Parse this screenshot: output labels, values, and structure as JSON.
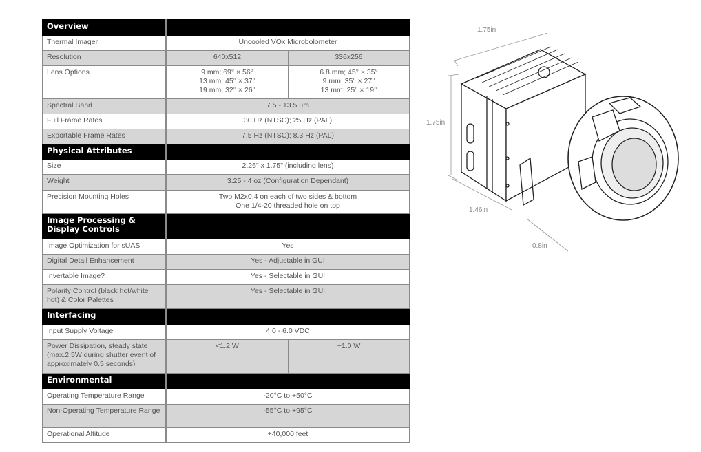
{
  "sections": [
    {
      "title": "Overview",
      "rows": [
        {
          "label": "Thermal Imager",
          "value": "Uncooled VOx Microbolometer"
        },
        {
          "label": "Resolution",
          "values": [
            "640x512",
            "336x256"
          ]
        },
        {
          "label": "Lens Options",
          "values": [
            "9 mm; 69° × 56°\n13 mm; 45° × 37°\n19 mm; 32° × 26°",
            "6.8 mm; 45° × 35°\n9 mm; 35° × 27°\n13 mm; 25° × 19°"
          ]
        },
        {
          "label": "Spectral Band",
          "value": "7.5 - 13.5 µm"
        },
        {
          "label": "Full Frame Rates",
          "value": "30 Hz (NTSC); 25 Hz (PAL)"
        },
        {
          "label": "Exportable Frame Rates",
          "value": "7.5 Hz (NTSC); 8.3 Hz (PAL)"
        }
      ]
    },
    {
      "title": "Physical Attributes",
      "rows": [
        {
          "label": "Size",
          "value": "2.26\" x 1.75\" (including lens)"
        },
        {
          "label": "Weight",
          "value": "3.25 - 4 oz (Configuration Dependant)"
        },
        {
          "label": "Precision Mounting Holes",
          "value": "Two M2x0.4 on each of two sides & bottom\nOne 1/4-20 threaded hole on top"
        }
      ]
    },
    {
      "title": "Image Processing & Display Controls",
      "rows": [
        {
          "label": "Image Optimization for sUAS",
          "value": "Yes"
        },
        {
          "label": "Digital Detail Enhancement",
          "value": "Yes - Adjustable in GUI"
        },
        {
          "label": "Invertable Image?",
          "value": "Yes - Selectable in GUI"
        },
        {
          "label": "Polarity Control (black hot/white hot) & Color Palettes",
          "value": "Yes - Selectable in GUI"
        }
      ]
    },
    {
      "title": "Interfacing",
      "rows": [
        {
          "label": "Input Supply Voltage",
          "value": "4.0 - 6.0 VDC"
        },
        {
          "label": "Power Dissipation, steady state (max.2.5W during shutter event of approximately 0.5 seconds)",
          "values": [
            "<1.2 W",
            "~1.0 W"
          ]
        }
      ]
    },
    {
      "title": "Environmental",
      "rows": [
        {
          "label": "Operating Temperature Range",
          "value": "-20°C to +50°C"
        },
        {
          "label": "Non-Operating Temperature Range",
          "value": "-55°C to +95°C"
        },
        {
          "label": "Operational Altitude",
          "value": "+40,000 feet"
        }
      ]
    }
  ],
  "drawing": {
    "width_label": "1.75in",
    "height_label": "1.75in",
    "depth_label": "1.46in",
    "lens_label": "0.8in"
  }
}
